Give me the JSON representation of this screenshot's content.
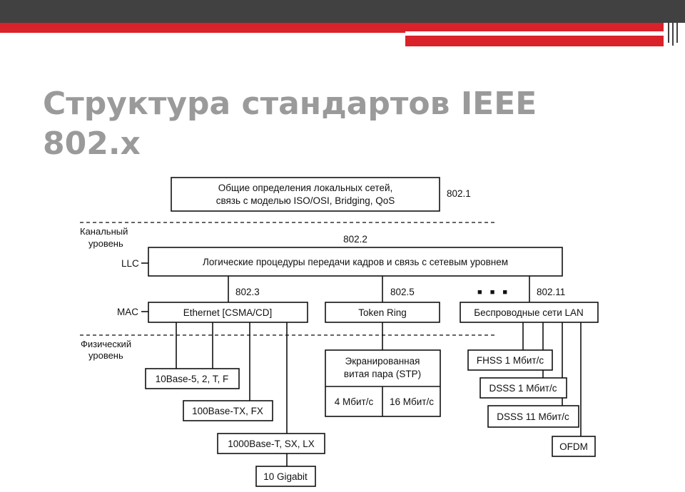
{
  "slide": {
    "title_line1": "Структура стандартов IEEE",
    "title_line2": "802.x"
  },
  "diagram": {
    "general_box": [
      "Общие определения локальных сетей,",
      "связь с моделью ISO/OSI, Bridging, QoS"
    ],
    "std_802_1": "802.1",
    "layer_link": [
      "Канальный",
      "уровень"
    ],
    "layer_phys": [
      "Физический",
      "уровень"
    ],
    "std_802_2": "802.2",
    "llc_label": "LLC",
    "llc_box": "Логические процедуры передачи кадров и связь с сетевым уровнем",
    "mac_label": "MAC",
    "std_802_3": "802.3",
    "std_802_5": "802.5",
    "std_802_11": "802.11",
    "ellipsis": "■ ■ ■",
    "ethernet_box": "Ethernet [CSMA/CD]",
    "token_box": "Token Ring",
    "wireless_box": "Беспроводные сети LAN",
    "eth_phys": [
      "10Base-5, 2, T, F",
      "100Base-TX, FX",
      "1000Base-T, SX, LX",
      "10 Gigabit"
    ],
    "stp_box": [
      "Экранированная",
      "витая пара (STP)"
    ],
    "stp_speeds": [
      "4 Мбит/с",
      "16 Мбит/с"
    ],
    "wlan_phys": [
      "FHSS 1 Мбит/с",
      "DSSS 1 Мбит/с",
      "DSSS 11 Мбит/с",
      "OFDM"
    ]
  }
}
